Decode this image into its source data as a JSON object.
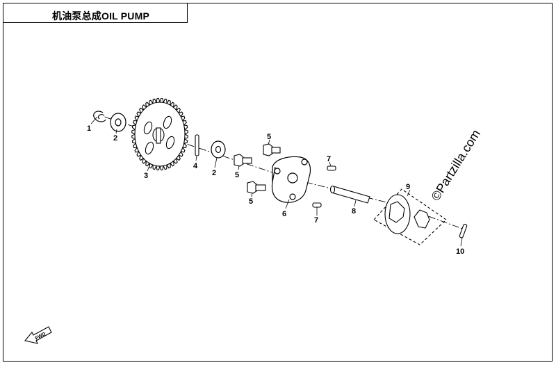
{
  "title": "机油泵总成OIL PUMP",
  "watermark": "©Partzilla.com",
  "fwd_label": "FWD",
  "callouts": [
    {
      "id": "c1",
      "label": "1"
    },
    {
      "id": "c2a",
      "label": "2"
    },
    {
      "id": "c3",
      "label": "3"
    },
    {
      "id": "c4",
      "label": "4"
    },
    {
      "id": "c2b",
      "label": "2"
    },
    {
      "id": "c5a",
      "label": "5"
    },
    {
      "id": "c5b",
      "label": "5"
    },
    {
      "id": "c5c",
      "label": "5"
    },
    {
      "id": "c6",
      "label": "6"
    },
    {
      "id": "c7a",
      "label": "7"
    },
    {
      "id": "c7b",
      "label": "7"
    },
    {
      "id": "c8",
      "label": "8"
    },
    {
      "id": "c9",
      "label": "9"
    },
    {
      "id": "c10",
      "label": "10"
    }
  ],
  "colors": {
    "line": "#000000",
    "background": "#ffffff"
  }
}
